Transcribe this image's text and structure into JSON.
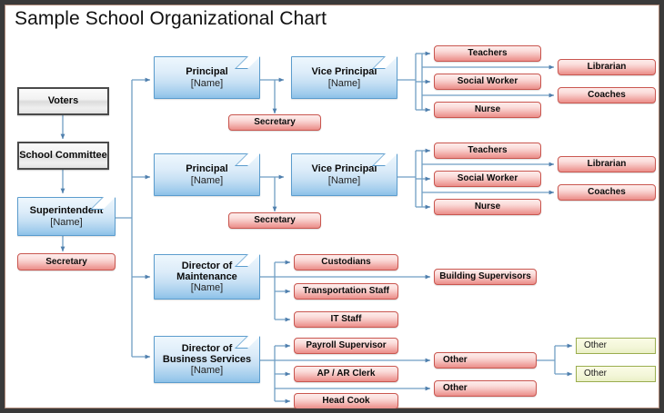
{
  "page": {
    "title": "Sample School Organizational Chart",
    "frame_color": "#3a3a3a",
    "inner_frame_color": "#b08a7a",
    "background": "#ffffff",
    "connector_color": "#4f7fad",
    "colors": {
      "gray_node_border": "#4a4a4a",
      "gray_node_fill": "#e9e9e9",
      "blue_node_border": "#5b9ccd",
      "blue_node_fill": "#c6e0f4",
      "red_node_border": "#c9564f",
      "red_node_fill": "#f4b6b2",
      "olive_node_border": "#9aad4e",
      "olive_node_fill": "#f2f6d5"
    }
  },
  "nodes": {
    "voters": {
      "label": "Voters"
    },
    "school_committee": {
      "label": "School Committee"
    },
    "superintendent": {
      "label": "Superintendent",
      "name": "[Name]"
    },
    "superintendent_secretary": {
      "label": "Secretary"
    },
    "principal_1": {
      "label": "Principal",
      "name": "[Name]"
    },
    "principal_1_secretary": {
      "label": "Secretary"
    },
    "vice_principal_1": {
      "label": "Vice Principal",
      "name": "[Name]"
    },
    "teachers_1": {
      "label": "Teachers"
    },
    "social_worker_1": {
      "label": "Social Worker"
    },
    "nurse_1": {
      "label": "Nurse"
    },
    "librarian_1": {
      "label": "Librarian"
    },
    "coaches_1": {
      "label": "Coaches"
    },
    "principal_2": {
      "label": "Principal",
      "name": "[Name]"
    },
    "principal_2_secretary": {
      "label": "Secretary"
    },
    "vice_principal_2": {
      "label": "Vice Principal",
      "name": "[Name]"
    },
    "teachers_2": {
      "label": "Teachers"
    },
    "social_worker_2": {
      "label": "Social Worker"
    },
    "nurse_2": {
      "label": "Nurse"
    },
    "librarian_2": {
      "label": "Librarian"
    },
    "coaches_2": {
      "label": "Coaches"
    },
    "director_maintenance": {
      "label": "Director of",
      "label2": "Maintenance",
      "name": "[Name]"
    },
    "custodians": {
      "label": "Custodians"
    },
    "transportation_staff": {
      "label": "Transportation Staff"
    },
    "it_staff": {
      "label": "IT Staff"
    },
    "building_supervisors": {
      "label": "Building Supervisors"
    },
    "director_business": {
      "label": "Director of",
      "label2": "Business Services",
      "name": "[Name]"
    },
    "payroll_supervisor": {
      "label": "Payroll Supervisor"
    },
    "ap_ar_clerk": {
      "label": "AP / AR Clerk"
    },
    "head_cook": {
      "label": "Head Cook"
    },
    "other_business_1": {
      "label": "Other"
    },
    "other_business_2": {
      "label": "Other"
    },
    "other_leaf_1": {
      "label": "Other"
    },
    "other_leaf_2": {
      "label": "Other"
    }
  }
}
